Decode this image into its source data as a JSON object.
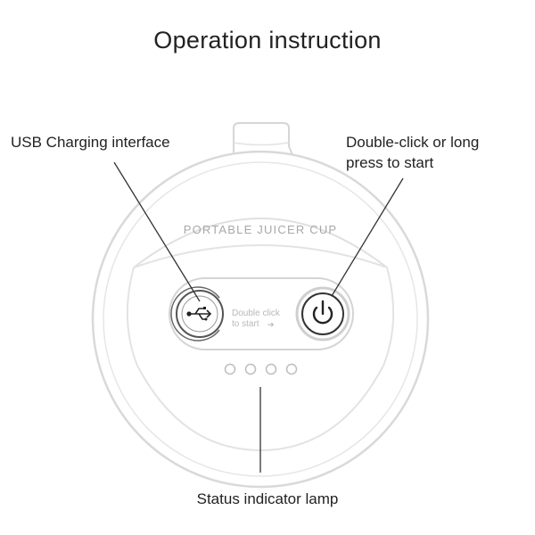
{
  "title": "Operation instruction",
  "labels": {
    "usb": "USB Charging interface",
    "start_line1": "Double-click or long",
    "start_line2": "press to start",
    "status": "Status indicator lamp"
  },
  "cup": {
    "brand_text": "PORTABLE JUICER CUP",
    "panel_line1": "Double click",
    "panel_line2": "to start",
    "panel_arrow": "➔",
    "indicator_count": 4
  },
  "icons": {
    "usb": "usb-icon",
    "power": "power-icon"
  }
}
